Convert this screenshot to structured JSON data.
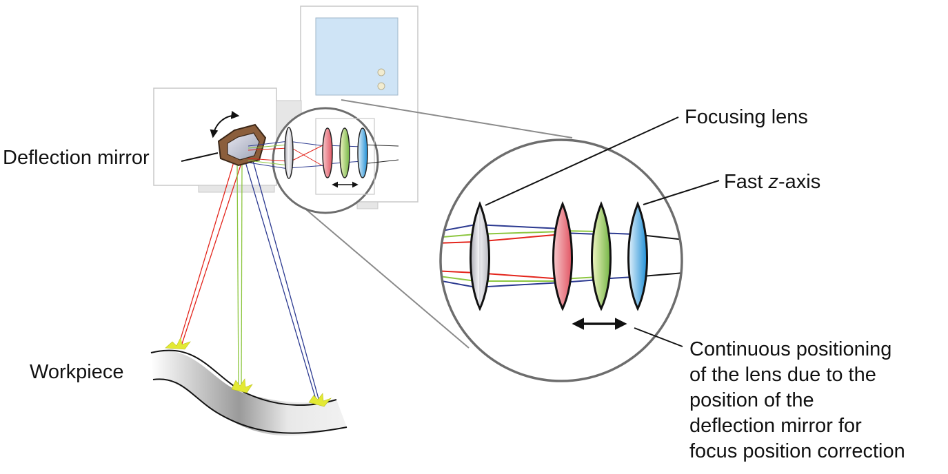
{
  "labels": {
    "deflection_mirror": "Deflection mirror",
    "workpiece": "Workpiece",
    "focusing_lens": "Focusing lens",
    "fast_z_axis_prefix": "Fast ",
    "fast_z_axis_italic": "z",
    "fast_z_axis_suffix": "-axis",
    "caption_lines": [
      "Continuous positioning",
      "of the lens due to the",
      "position of the",
      "deflection mirror for",
      "focus position correction"
    ]
  },
  "colors": {
    "beam_red": "#e3241b",
    "beam_green": "#8cc63f",
    "beam_blue": "#2b3990",
    "lens_red": "#e8747a",
    "lens_green": "#9ccc5a",
    "lens_blue": "#3ea0dc",
    "mirror_brown": "#8b5e3c",
    "housing_blue": "#cfe4f6",
    "outline_gray": "#6d6d6d",
    "spark_yellow": "#e3e934"
  },
  "icons": {
    "rotation": "rotation-arrow-icon",
    "adjust": "double-arrow-icon"
  }
}
